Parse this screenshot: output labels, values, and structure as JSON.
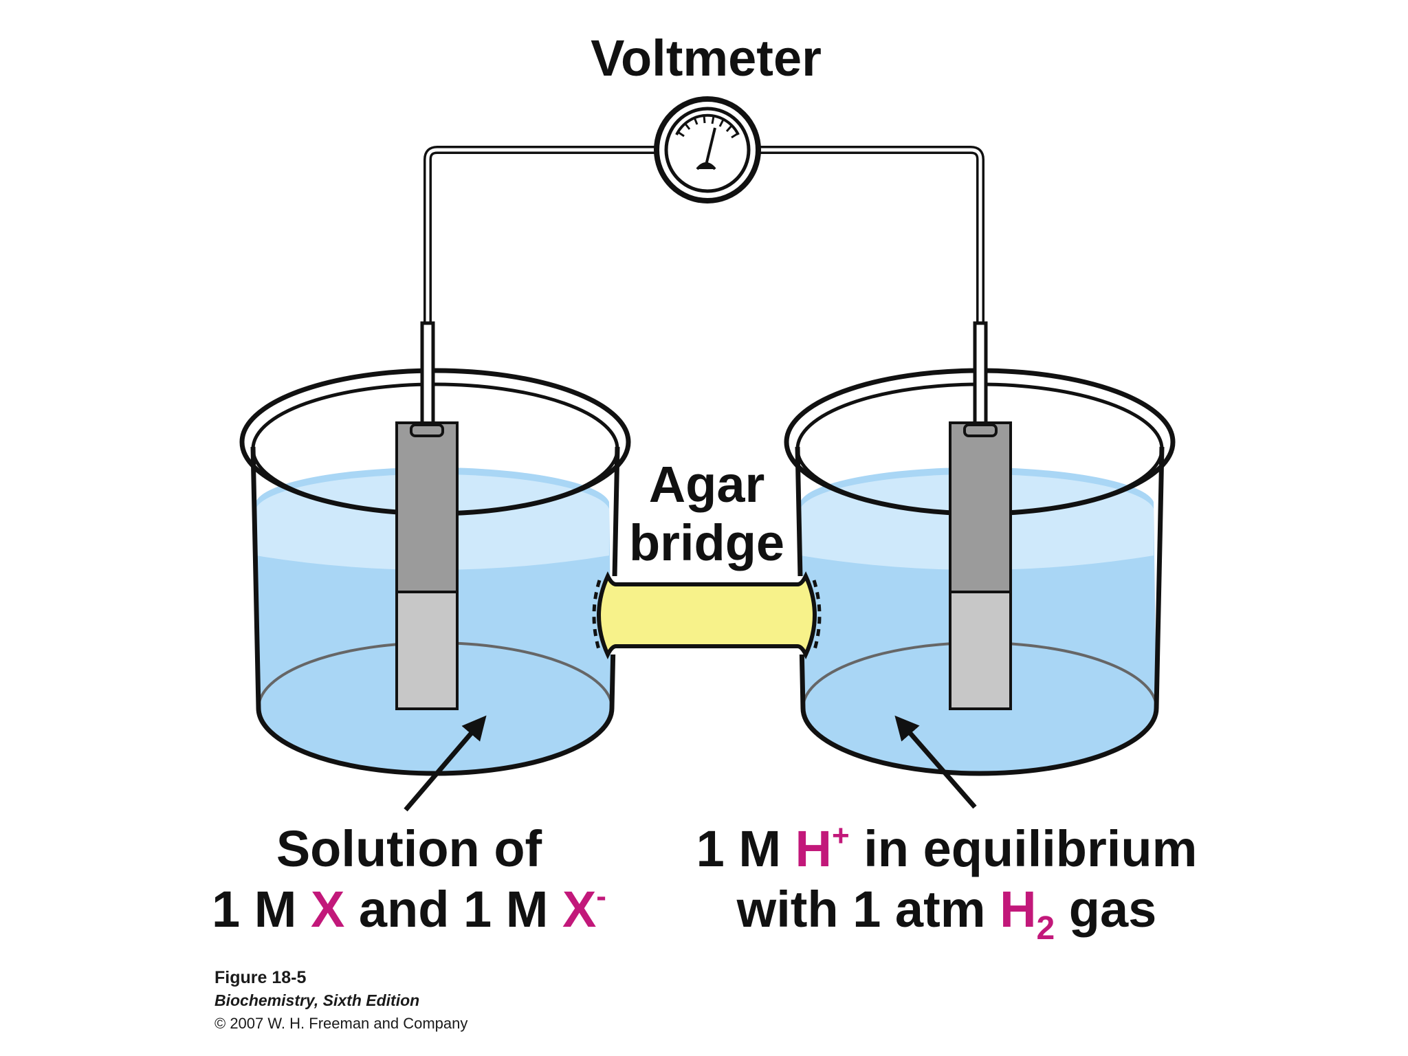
{
  "meter": {
    "label": "Voltmeter"
  },
  "bridge": {
    "line1": "Agar",
    "line2": "bridge"
  },
  "left_solution": {
    "line1": "Solution of",
    "l2_a": "1 M ",
    "l2_x": "X",
    "l2_b": " and 1 M ",
    "l2_x2": "X",
    "l2_sup": "-"
  },
  "right_solution": {
    "l1_a": "1 M ",
    "l1_h": "H",
    "l1_sup": "+",
    "l1_b": " in equilibrium",
    "l2_a": "with 1 atm ",
    "l2_h": "H",
    "l2_sub": "2",
    "l2_b": " gas"
  },
  "caption": {
    "title": "Figure 18-5",
    "book": "Biochemistry, Sixth Edition",
    "copyright": "© 2007 W. H. Freeman and Company"
  },
  "colors": {
    "solution": "#a9d6f5",
    "solution_light": "#cfe9fb",
    "electrode_top": "#9b9b9b",
    "electrode_bottom": "#c7c7c7",
    "bridge": "#f7f28a",
    "highlight": "#c2187a"
  },
  "icons": [
    "voltmeter-dial-icon",
    "arrow-icon"
  ]
}
